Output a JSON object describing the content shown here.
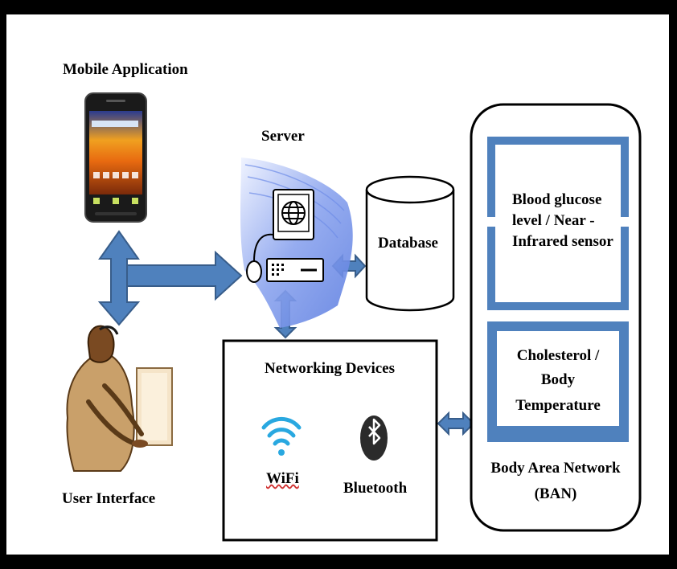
{
  "labels": {
    "mobile_app": "Mobile Application",
    "server": "Server",
    "database": "Database",
    "networking": "Networking Devices",
    "wifi": "WiFi",
    "bluetooth": "Bluetooth",
    "user_interface": "User Interface",
    "blood_glucose": [
      "Blood glucose",
      "level / Near -",
      "Infrared sensor"
    ],
    "cholesterol": [
      "Cholesterol /",
      "Body",
      "Temperature"
    ],
    "ban": [
      "Body Area Network",
      "(BAN)"
    ]
  },
  "colors": {
    "arrow_fill": "#4f81bd",
    "arrow_stroke": "#385d8a",
    "sensor_border": "#4f81bd",
    "wifi": "#29a8e0",
    "server_swirl": "#7b97e6"
  },
  "icons": [
    "smartphone-icon",
    "server-computer-icon",
    "globe-icon",
    "database-cylinder",
    "wifi-icon",
    "bluetooth-icon",
    "user-at-computer-icon"
  ]
}
